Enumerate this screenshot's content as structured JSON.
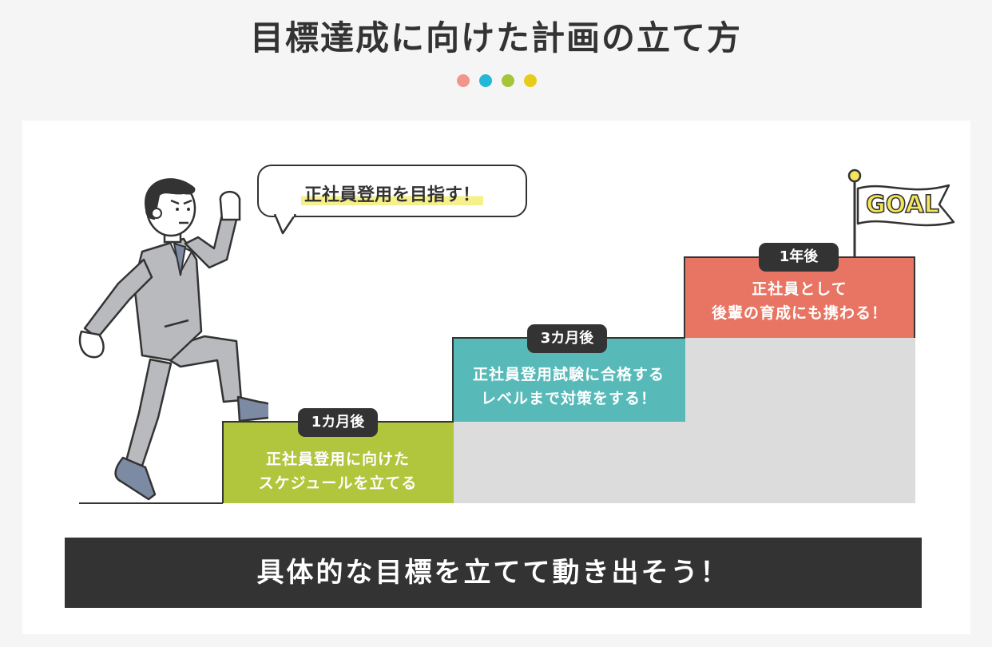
{
  "title": "目標達成に向けた計画の立て方",
  "dot_colors": [
    "#f2958a",
    "#23b8d6",
    "#a6c43a",
    "#e6cc1a"
  ],
  "speech_bubble": "正社員登用を目指す！",
  "goal_flag": "GOAL",
  "steps": [
    {
      "badge": "1カ月後",
      "line1": "正社員登用に向けた",
      "line2": "スケジュールを立てる",
      "color": "#b1c63c"
    },
    {
      "badge": "3カ月後",
      "line1": "正社員登用試験に合格する",
      "line2": "レベルまで対策をする！",
      "color": "#57bab8"
    },
    {
      "badge": "1年後",
      "line1": "正社員として",
      "line2": "後輩の育成にも携わる！",
      "color": "#e87563"
    }
  ],
  "banner": "具体的な目標を立てて動き出そう！"
}
